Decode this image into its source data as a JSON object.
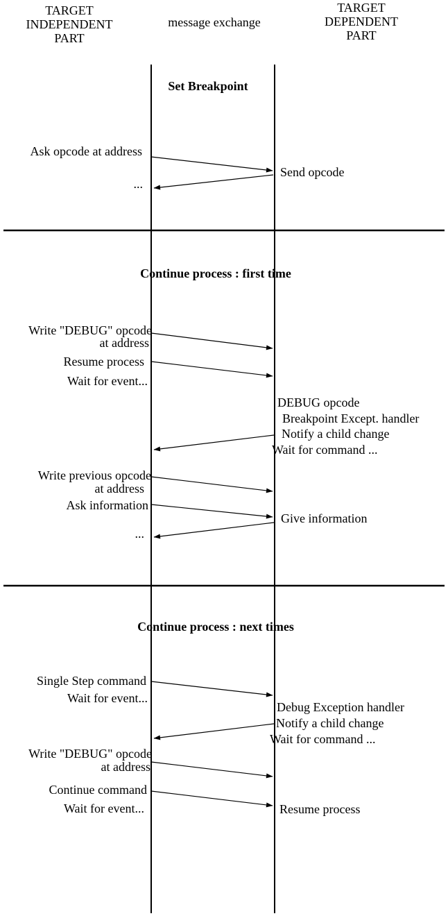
{
  "diagram": {
    "accent_color": "#000000",
    "background_color": "#ffffff"
  },
  "header": {
    "left": {
      "line1": "TARGET",
      "line2": "INDEPENDENT",
      "line3": "PART"
    },
    "center": "message exchange",
    "right": {
      "line1": "TARGET",
      "line2": "DEPENDENT",
      "line3": "PART"
    }
  },
  "sections": {
    "set_breakpoint": {
      "title": "Set Breakpoint",
      "ask_opcode": "Ask opcode at address",
      "ellipsis": "...",
      "send_opcode": "Send opcode"
    },
    "continue_first": {
      "title": "Continue process : first time",
      "write_debug_opcode": "Write \"DEBUG\" opcode",
      "at_address": "at address",
      "resume_process": "Resume process",
      "wait_for_event": "Wait for event...",
      "debug_opcode": "DEBUG opcode",
      "breakpoint_handler": "Breakpoint Except. handler",
      "notify_child": "Notify a child change",
      "wait_for_command": "Wait for command ...",
      "write_previous_opcode": "Write previous opcode",
      "at_address2": "at address",
      "ask_information": "Ask information",
      "give_information": "Give information",
      "ellipsis": "..."
    },
    "continue_next": {
      "title": "Continue process : next times",
      "single_step_command": "Single Step command",
      "wait_for_event": "Wait for event...",
      "debug_exception_handler": "Debug Exception handler",
      "notify_child": "Notify a child change",
      "wait_for_command": "Wait for command ...",
      "write_debug_opcode": "Write \"DEBUG\" opcode",
      "at_address": "at address",
      "continue_command": "Continue command",
      "wait_for_event2": "Wait for event...",
      "resume_process": "Resume process"
    }
  }
}
